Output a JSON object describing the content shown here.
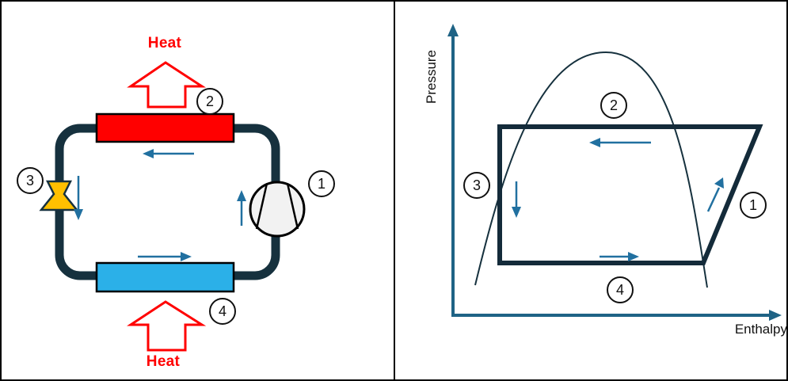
{
  "colors": {
    "heat_red": "#FF0000",
    "condenser_fill": "#FF0000",
    "evaporator_fill": "#2BB0E8",
    "pipe": "#16313E",
    "flow_arrow": "#2170A0",
    "axis": "#1F6385",
    "dome": "#16313E",
    "cycle": "#142B3A",
    "valve_fill": "#FFC000",
    "valve_stroke": "#16313E",
    "compressor_fill": "#F2F2F2",
    "outline": "#000000",
    "white": "#FFFFFF"
  },
  "left_panel": {
    "heat_out_label": "Heat",
    "heat_in_label": "Heat",
    "markers": {
      "compressor": "1",
      "condenser": "2",
      "expansion_valve": "3",
      "evaporator": "4"
    }
  },
  "right_panel": {
    "y_axis_label": "Pressure",
    "x_axis_label": "Enthalpy",
    "markers": {
      "compression": "1",
      "condensation": "2",
      "expansion": "3",
      "evaporation": "4"
    }
  }
}
